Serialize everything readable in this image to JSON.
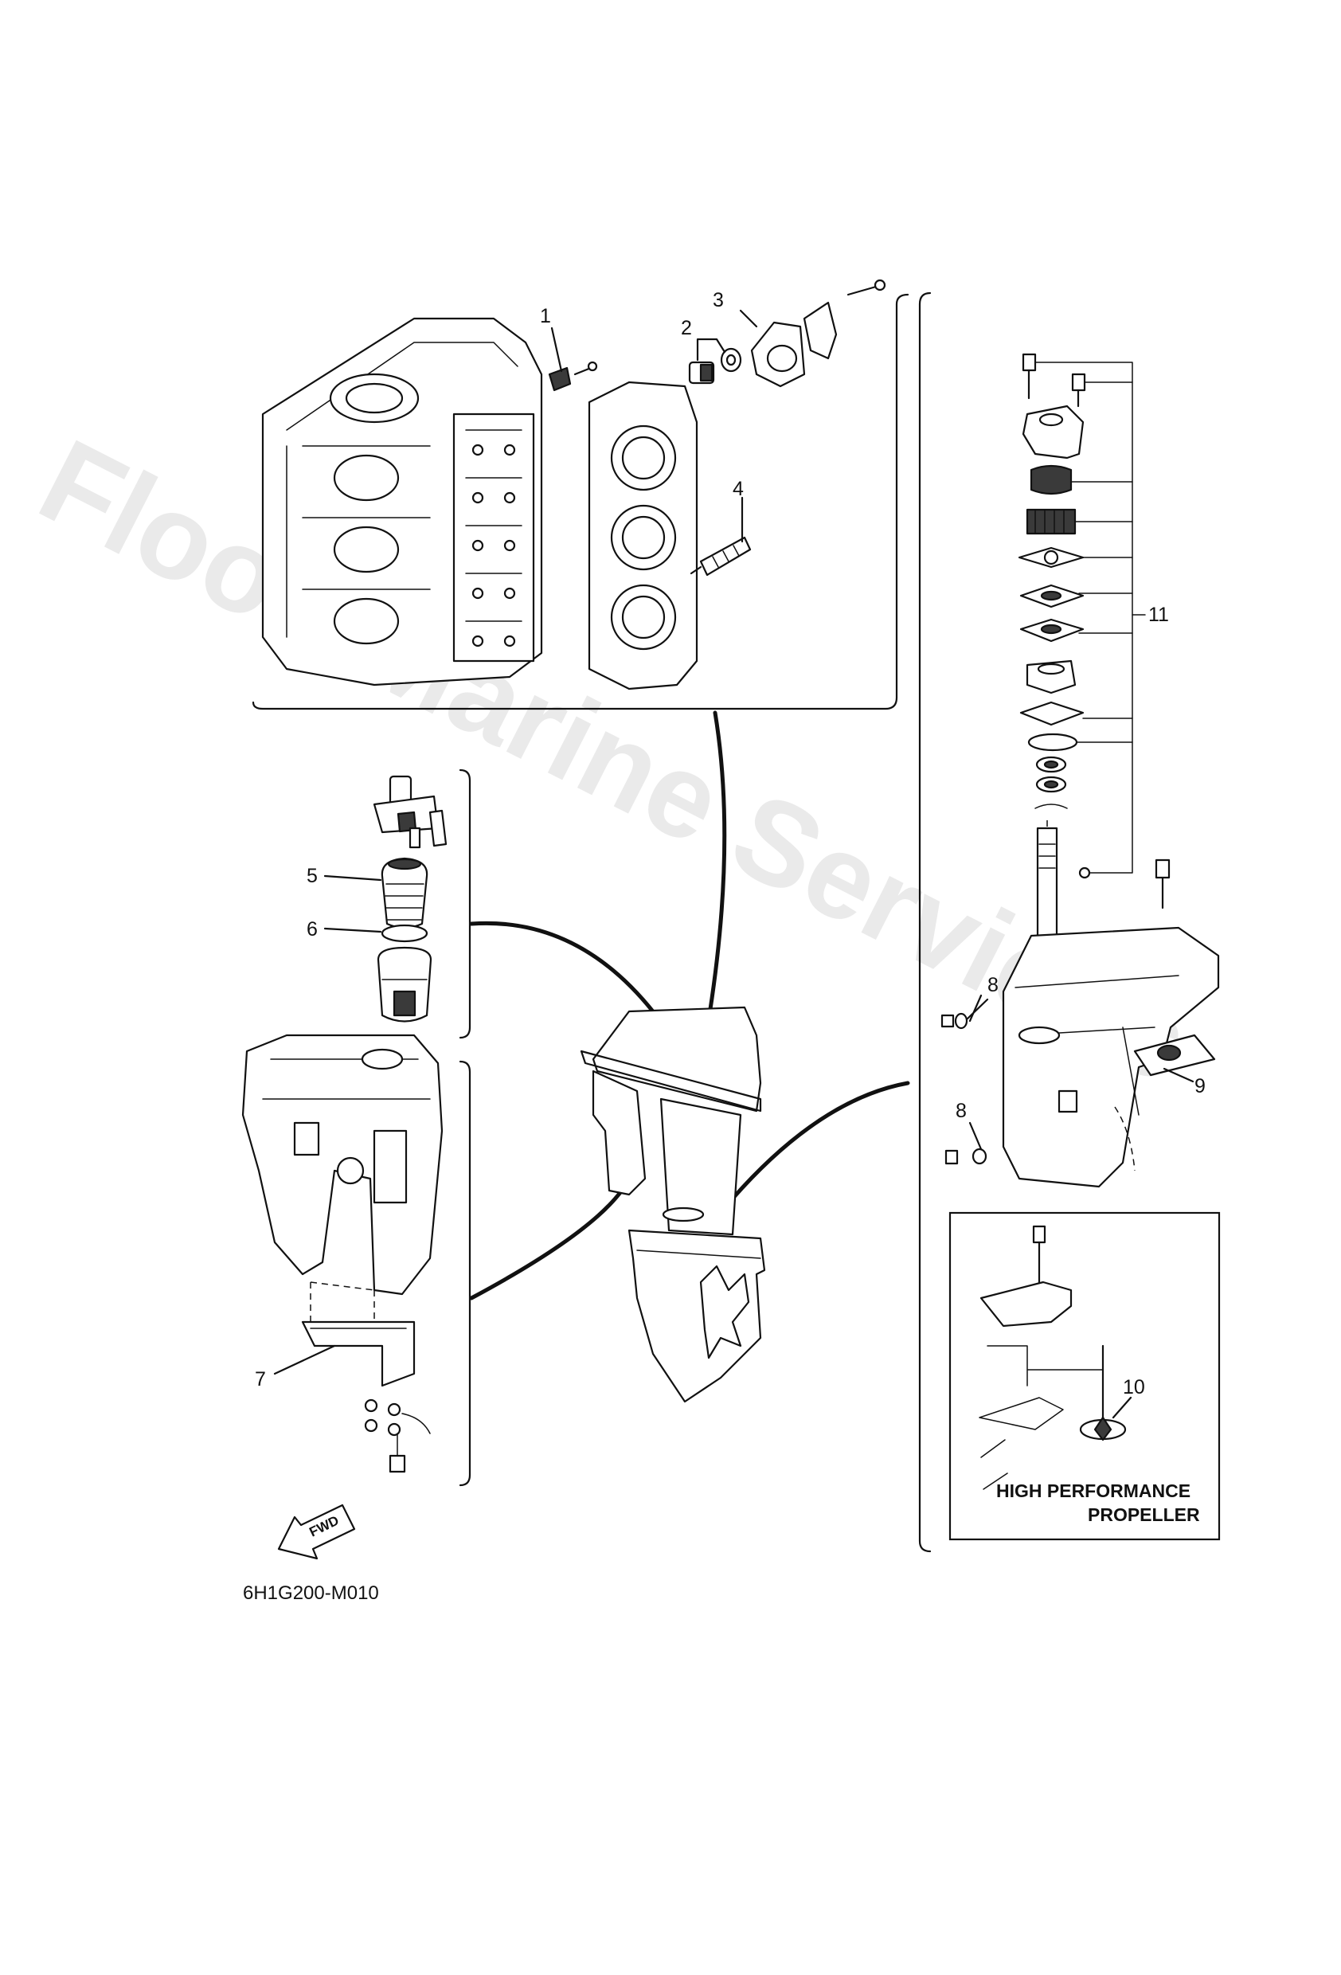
{
  "watermark": "Flood Marine Services",
  "diagram_code": "6H1G200-M010",
  "fwd_label": "FWD",
  "inset": {
    "line1": "HIGH PERFORMANCE",
    "line2": "PROPELLER"
  },
  "callouts": [
    "1",
    "2",
    "3",
    "4",
    "5",
    "6",
    "7",
    "8",
    "8",
    "9",
    "10",
    "11"
  ]
}
